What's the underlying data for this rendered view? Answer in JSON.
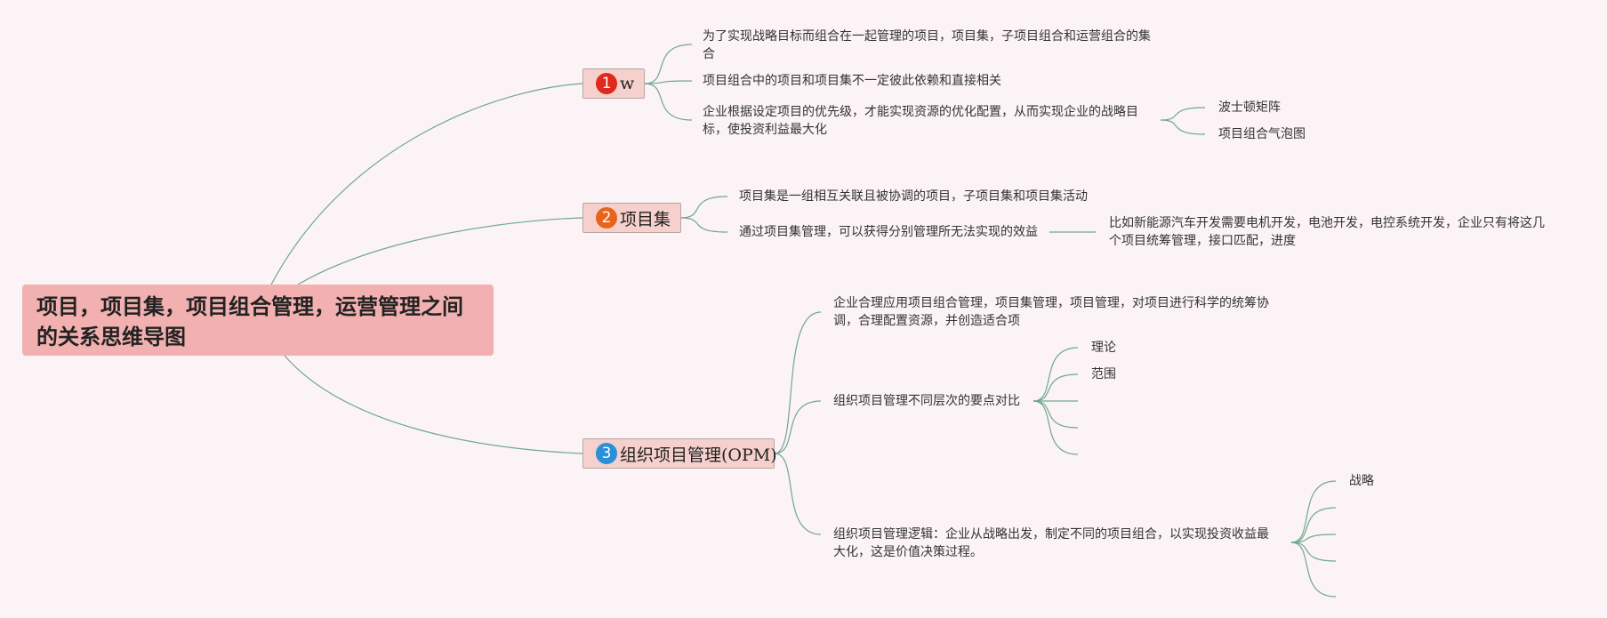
{
  "root": {
    "title": "项目，项目集，项目组合管理，运营管理之间的关系思维导图"
  },
  "colors": {
    "background": "#fbf3f5",
    "root_fill": "#f2b0b0",
    "branch_fill": "#f6d0cc",
    "line": "#6fa88e",
    "marker_1": "#e0281c",
    "marker_2": "#e8641c",
    "marker_3": "#2a90d8"
  },
  "branches": [
    {
      "marker": "1",
      "label": "w",
      "children": [
        {
          "text": "为了实现战略目标而组合在一起管理的项目，项目集，子项目组合和运营组合的集合"
        },
        {
          "text": "项目组合中的项目和项目集不一定彼此依赖和直接相关"
        },
        {
          "text": "企业根据设定项目的优先级，才能实现资源的优化配置，从而实现企业的战略目标，使投资利益最大化",
          "children": [
            {
              "text": "波士顿矩阵"
            },
            {
              "text": "项目组合气泡图"
            }
          ]
        }
      ]
    },
    {
      "marker": "2",
      "label": "项目集",
      "children": [
        {
          "text": "项目集是一组相互关联且被协调的项目，子项目集和项目集活动"
        },
        {
          "text": "通过项目集管理，可以获得分别管理所无法实现的效益",
          "children": [
            {
              "text": "比如新能源汽车开发需要电机开发，电池开发，电控系统开发，企业只有将这几个项目统筹管理，接口匹配，进度"
            }
          ]
        }
      ]
    },
    {
      "marker": "3",
      "label": "组织项目管理(OPM)",
      "children": [
        {
          "text": "企业合理应用项目组合管理，项目集管理，项目管理，对项目进行科学的统筹协调，合理配置资源，并创造适合项"
        },
        {
          "text": "组织项目管理不同层次的要点对比",
          "children": [
            {
              "text": "理论"
            },
            {
              "text": "范围"
            },
            {
              "text": ""
            },
            {
              "text": ""
            },
            {
              "text": ""
            }
          ]
        },
        {
          "text": "组织项目管理逻辑：企业从战略出发，制定不同的项目组合，以实现投资收益最大化，这是价值决策过程。",
          "children": [
            {
              "text": "战略"
            },
            {
              "text": ""
            },
            {
              "text": ""
            },
            {
              "text": ""
            },
            {
              "text": ""
            }
          ]
        }
      ]
    }
  ]
}
